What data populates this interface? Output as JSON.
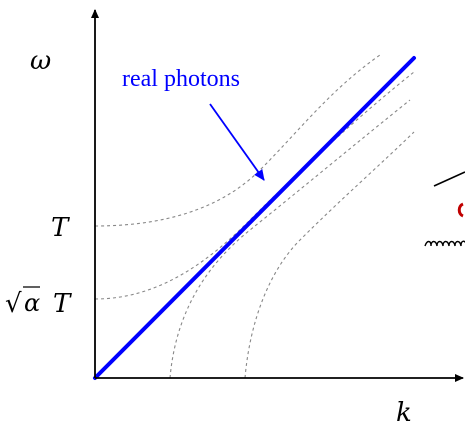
{
  "diagram": {
    "axes": {
      "y_label": "ω",
      "x_label": "k"
    },
    "y_ticks": {
      "t_label": "T",
      "sqrt_alpha_t": {
        "sqrt_symbol": "√",
        "radicand": "α",
        "factor": "T"
      }
    },
    "annotation": {
      "text": "real photons",
      "color": "#0000ff"
    },
    "colors": {
      "photon_line": "#0000ff",
      "dispersion_curves": "#888888",
      "axes": "#000000",
      "partial_figure_accent": "#c00000"
    }
  }
}
